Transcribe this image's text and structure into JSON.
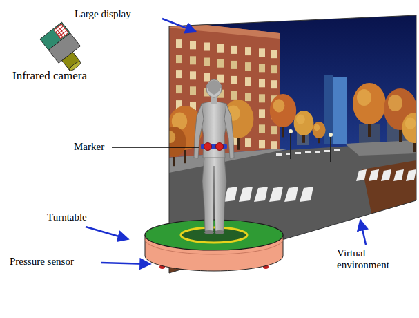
{
  "diagram": {
    "labels": [
      "Large display",
      "Infrared camera",
      "Marker",
      "Turntable",
      "Pressure sensor",
      "Virtual environment"
    ]
  }
}
